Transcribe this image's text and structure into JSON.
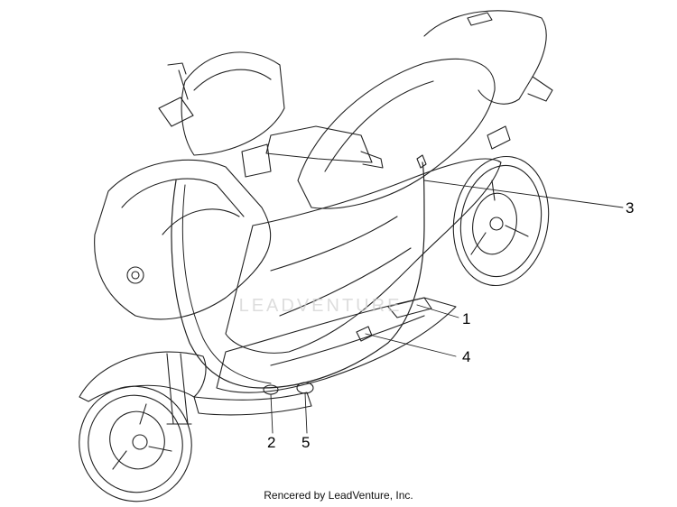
{
  "callouts": {
    "c1": "1",
    "c2": "2",
    "c3": "3",
    "c4": "4",
    "c5": "5"
  },
  "watermark": "LEADVENTURE",
  "credit": "Rencered by LeadVenture, Inc."
}
